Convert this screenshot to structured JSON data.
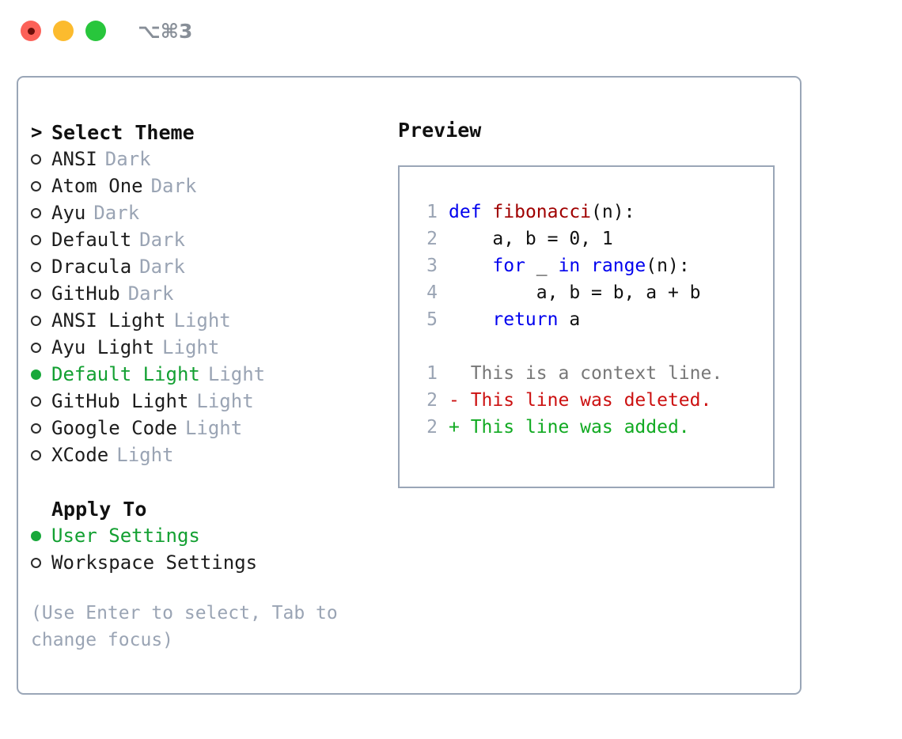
{
  "titlebar": {
    "shortcut": "⌥⌘3",
    "buttons": [
      {
        "name": "close",
        "color": "#fc6158"
      },
      {
        "name": "minimize",
        "color": "#fcbb2e"
      },
      {
        "name": "maximize",
        "color": "#28c63c"
      }
    ]
  },
  "theme_picker": {
    "header_marker": ">",
    "header": "Select Theme",
    "items": [
      {
        "label": "ANSI",
        "suffix": "Dark",
        "selected": false
      },
      {
        "label": "Atom One",
        "suffix": "Dark",
        "selected": false
      },
      {
        "label": "Ayu",
        "suffix": "Dark",
        "selected": false
      },
      {
        "label": "Default",
        "suffix": "Dark",
        "selected": false
      },
      {
        "label": "Dracula",
        "suffix": "Dark",
        "selected": false
      },
      {
        "label": "GitHub",
        "suffix": "Dark",
        "selected": false
      },
      {
        "label": "ANSI Light",
        "suffix": "Light",
        "selected": false
      },
      {
        "label": "Ayu Light",
        "suffix": "Light",
        "selected": false
      },
      {
        "label": "Default Light",
        "suffix": "Light",
        "selected": true
      },
      {
        "label": "GitHub Light",
        "suffix": "Light",
        "selected": false
      },
      {
        "label": "Google Code",
        "suffix": "Light",
        "selected": false
      },
      {
        "label": "XCode",
        "suffix": "Light",
        "selected": false
      }
    ]
  },
  "apply_to": {
    "header": "Apply To",
    "items": [
      {
        "label": "User Settings",
        "selected": true
      },
      {
        "label": "Workspace Settings",
        "selected": false
      }
    ]
  },
  "hint": "(Use Enter to select, Tab to change focus)",
  "preview": {
    "title": "Preview",
    "code_lines": [
      {
        "no": "1",
        "tokens": [
          {
            "t": "def",
            "c": "kw"
          },
          {
            "t": " ",
            "c": "pl"
          },
          {
            "t": "fibonacci",
            "c": "fn"
          },
          {
            "t": "(n):",
            "c": "pl"
          }
        ]
      },
      {
        "no": "2",
        "tokens": [
          {
            "t": "    a, b = 0, 1",
            "c": "pl"
          }
        ]
      },
      {
        "no": "3",
        "tokens": [
          {
            "t": "    ",
            "c": "pl"
          },
          {
            "t": "for",
            "c": "kw"
          },
          {
            "t": " _ ",
            "c": "pl"
          },
          {
            "t": "in",
            "c": "kw"
          },
          {
            "t": " ",
            "c": "pl"
          },
          {
            "t": "range",
            "c": "kw"
          },
          {
            "t": "(n):",
            "c": "pl"
          }
        ]
      },
      {
        "no": "4",
        "tokens": [
          {
            "t": "        a, b = b, a + b",
            "c": "pl"
          }
        ]
      },
      {
        "no": "5",
        "tokens": [
          {
            "t": "    ",
            "c": "pl"
          },
          {
            "t": "return",
            "c": "kw"
          },
          {
            "t": " a",
            "c": "pl"
          }
        ]
      }
    ],
    "diff_lines": [
      {
        "no": "1",
        "sign": " ",
        "text": "This is a context line.",
        "style": "ctx"
      },
      {
        "no": "2",
        "sign": "-",
        "text": "This line was deleted.",
        "style": "del"
      },
      {
        "no": "2",
        "sign": "+",
        "text": "This line was added.",
        "style": "add"
      }
    ]
  },
  "colors": {
    "selected_green": "#13a032",
    "muted_gray": "#9aa4b4",
    "border": "#9aa6b7",
    "keyword_blue": "#0000ee",
    "function_red": "#a00000",
    "diff_delete": "#cc1111",
    "diff_add": "#11aa22"
  }
}
